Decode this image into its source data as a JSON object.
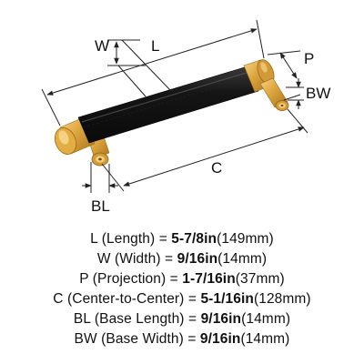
{
  "diagram": {
    "labels": {
      "L": "L",
      "W": "W",
      "P": "P",
      "BW": "BW",
      "C": "C",
      "BL": "BL"
    },
    "colors": {
      "brass": "#d9a13a",
      "brass_dark": "#a8731c",
      "brass_light": "#f3cf7e",
      "leather": "#151515",
      "leather_highlight": "#4a4a4a",
      "dimension_line": "#222222"
    }
  },
  "specs": [
    {
      "name": "L",
      "desc": "(Length)",
      "eq": "=",
      "frac": "5-7/8in",
      "metric": "(149mm)"
    },
    {
      "name": "W",
      "desc": "(Width)",
      "eq": "=",
      "frac": "9/16in",
      "metric": "(14mm)"
    },
    {
      "name": "P",
      "desc": "(Projection)",
      "eq": "=",
      "frac": "1-7/16in",
      "metric": "(37mm)"
    },
    {
      "name": "C",
      "desc": "(Center-to-Center)",
      "eq": "=",
      "frac": "5-1/16in",
      "metric": "(128mm)"
    },
    {
      "name": "BL",
      "desc": "(Base Length)",
      "eq": "=",
      "frac": "9/16in",
      "metric": "(14mm)"
    },
    {
      "name": "BW",
      "desc": "(Base Width)",
      "eq": "=",
      "frac": "9/16in",
      "metric": "(14mm)"
    }
  ]
}
